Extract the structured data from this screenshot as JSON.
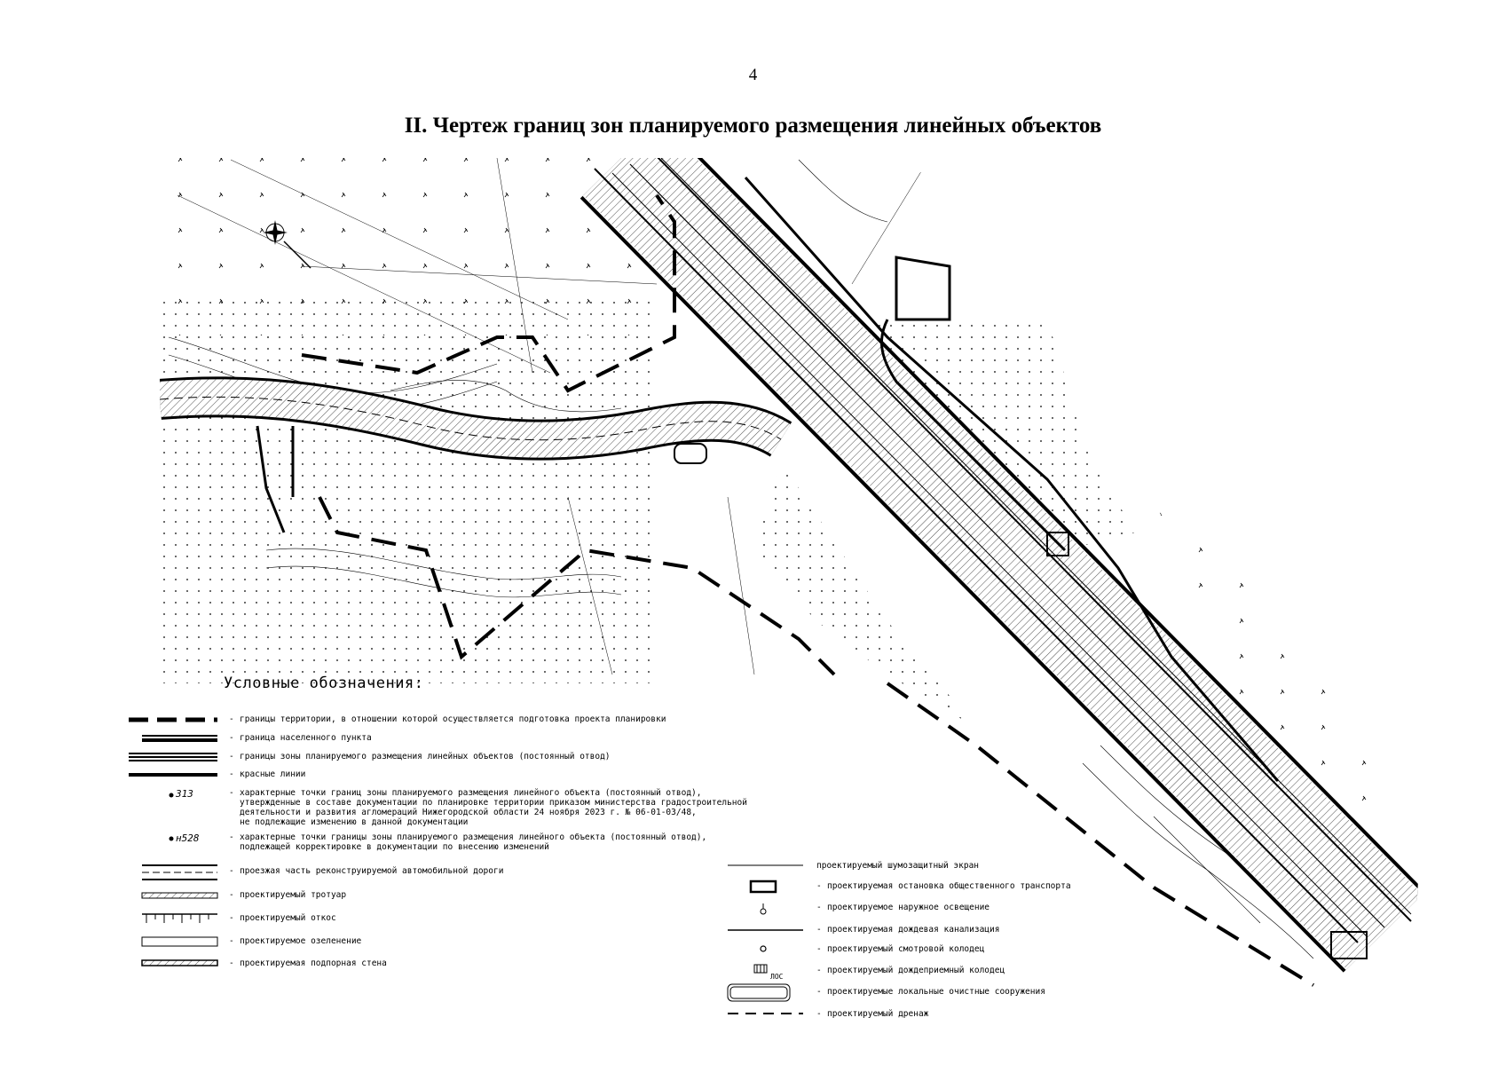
{
  "page": {
    "number": "4",
    "title": "II. Чертеж границ зон планируемого размещения линейных объектов"
  },
  "legend": {
    "title": "Условные обозначения:",
    "left_items": [
      {
        "symbol": "dash-thick-line",
        "text": "границы территории, в отношении которой осуществляется подготовка проекта планировки"
      },
      {
        "symbol": "double-line",
        "text": "граница населенного пункта"
      },
      {
        "symbol": "triple-line",
        "text": "границы зоны планируемого размещения линейных объектов (постоянный отвод)"
      },
      {
        "symbol": "thick-line",
        "text": "красные линии"
      },
      {
        "symbol": "point-313",
        "label": "313",
        "text": "характерные точки границ зоны планируемого размещения линейного объекта (постоянный отвод),\nутвержденные в составе документации по планировке территории приказом министерства градостроительной\nдеятельности и развития агломераций Нижегородской области 24 ноября 2023 г. № 06-01-03/48,\nне подлежащие изменению в данной документации"
      },
      {
        "symbol": "point-n528",
        "label": "н528",
        "text": "характерные точки границы зоны планируемого размещения линейного объекта (постоянный отвод),\nподлежащей корректировке в документации по внесению изменений"
      },
      {
        "symbol": "road",
        "text": "проезжая часть реконструируемой автомобильной дороги"
      },
      {
        "symbol": "sidewalk",
        "text": "проектируемый тротуар"
      },
      {
        "symbol": "slope",
        "text": "проектируемый откос"
      },
      {
        "symbol": "green",
        "text": "проектируемое озеленение"
      },
      {
        "symbol": "retaining-wall",
        "text": "проектируемая подпорная стена"
      }
    ],
    "right_items": [
      {
        "symbol": "thin-line",
        "text": "проектируемый шумозащитный экран"
      },
      {
        "symbol": "bus-stop",
        "text": "проектируемая остановка общественного транспорта"
      },
      {
        "symbol": "lighting",
        "text": "проектируемое наружное освещение"
      },
      {
        "symbol": "storm-sewer",
        "text": "проектируемая дождевая канализация"
      },
      {
        "symbol": "manhole",
        "text": "проектируемый смотровой колодец"
      },
      {
        "symbol": "rain-well",
        "text": "проектируемый дождеприемный колодец"
      },
      {
        "symbol": "los",
        "label": "ЛОС",
        "text": "проектируемые локальные очистные сооружения"
      },
      {
        "symbol": "drain",
        "text": "проектируемый дренаж"
      }
    ]
  }
}
